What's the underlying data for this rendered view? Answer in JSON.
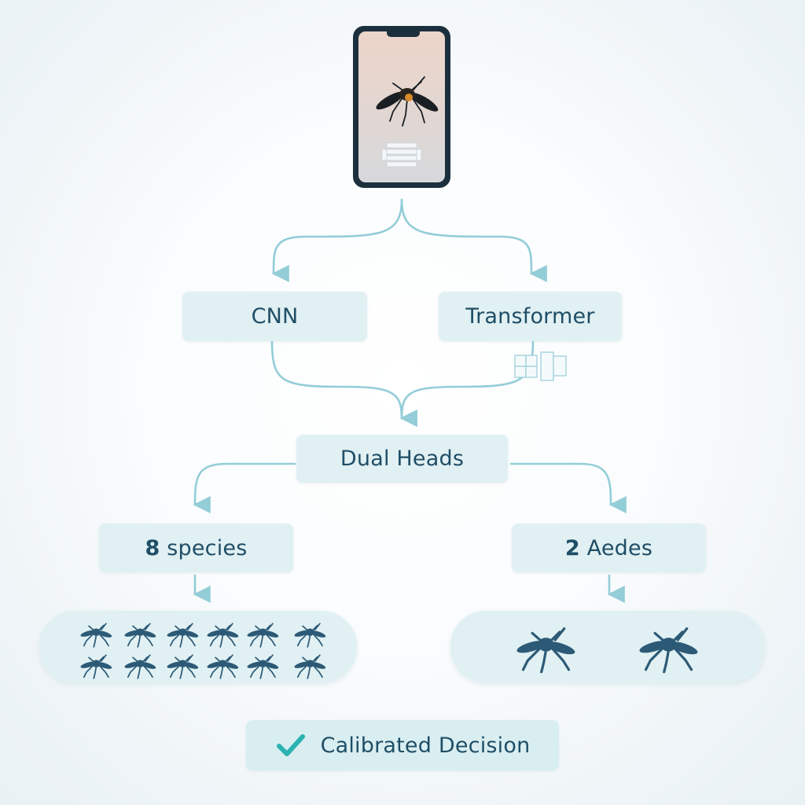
{
  "nodes": {
    "cnn": "CNN",
    "transformer": "Transformer",
    "dual_heads": "Dual Heads",
    "species": {
      "count": "8",
      "label": "species"
    },
    "aedes": {
      "count": "2",
      "label": "Aedes"
    },
    "decision": "Calibrated Decision"
  },
  "icons": {
    "input": "smartphone-mosquito-icon",
    "patches": "image-patches-icon",
    "species_group": "mosquito-icon",
    "check": "check-icon"
  },
  "colors": {
    "box_fill": "#e0f0f3",
    "text": "#1f4e66",
    "connector": "#93cdd8",
    "mosquito": "#2c5a76",
    "check": "#2bb3b1",
    "phone_frame": "#1c2f3d"
  }
}
